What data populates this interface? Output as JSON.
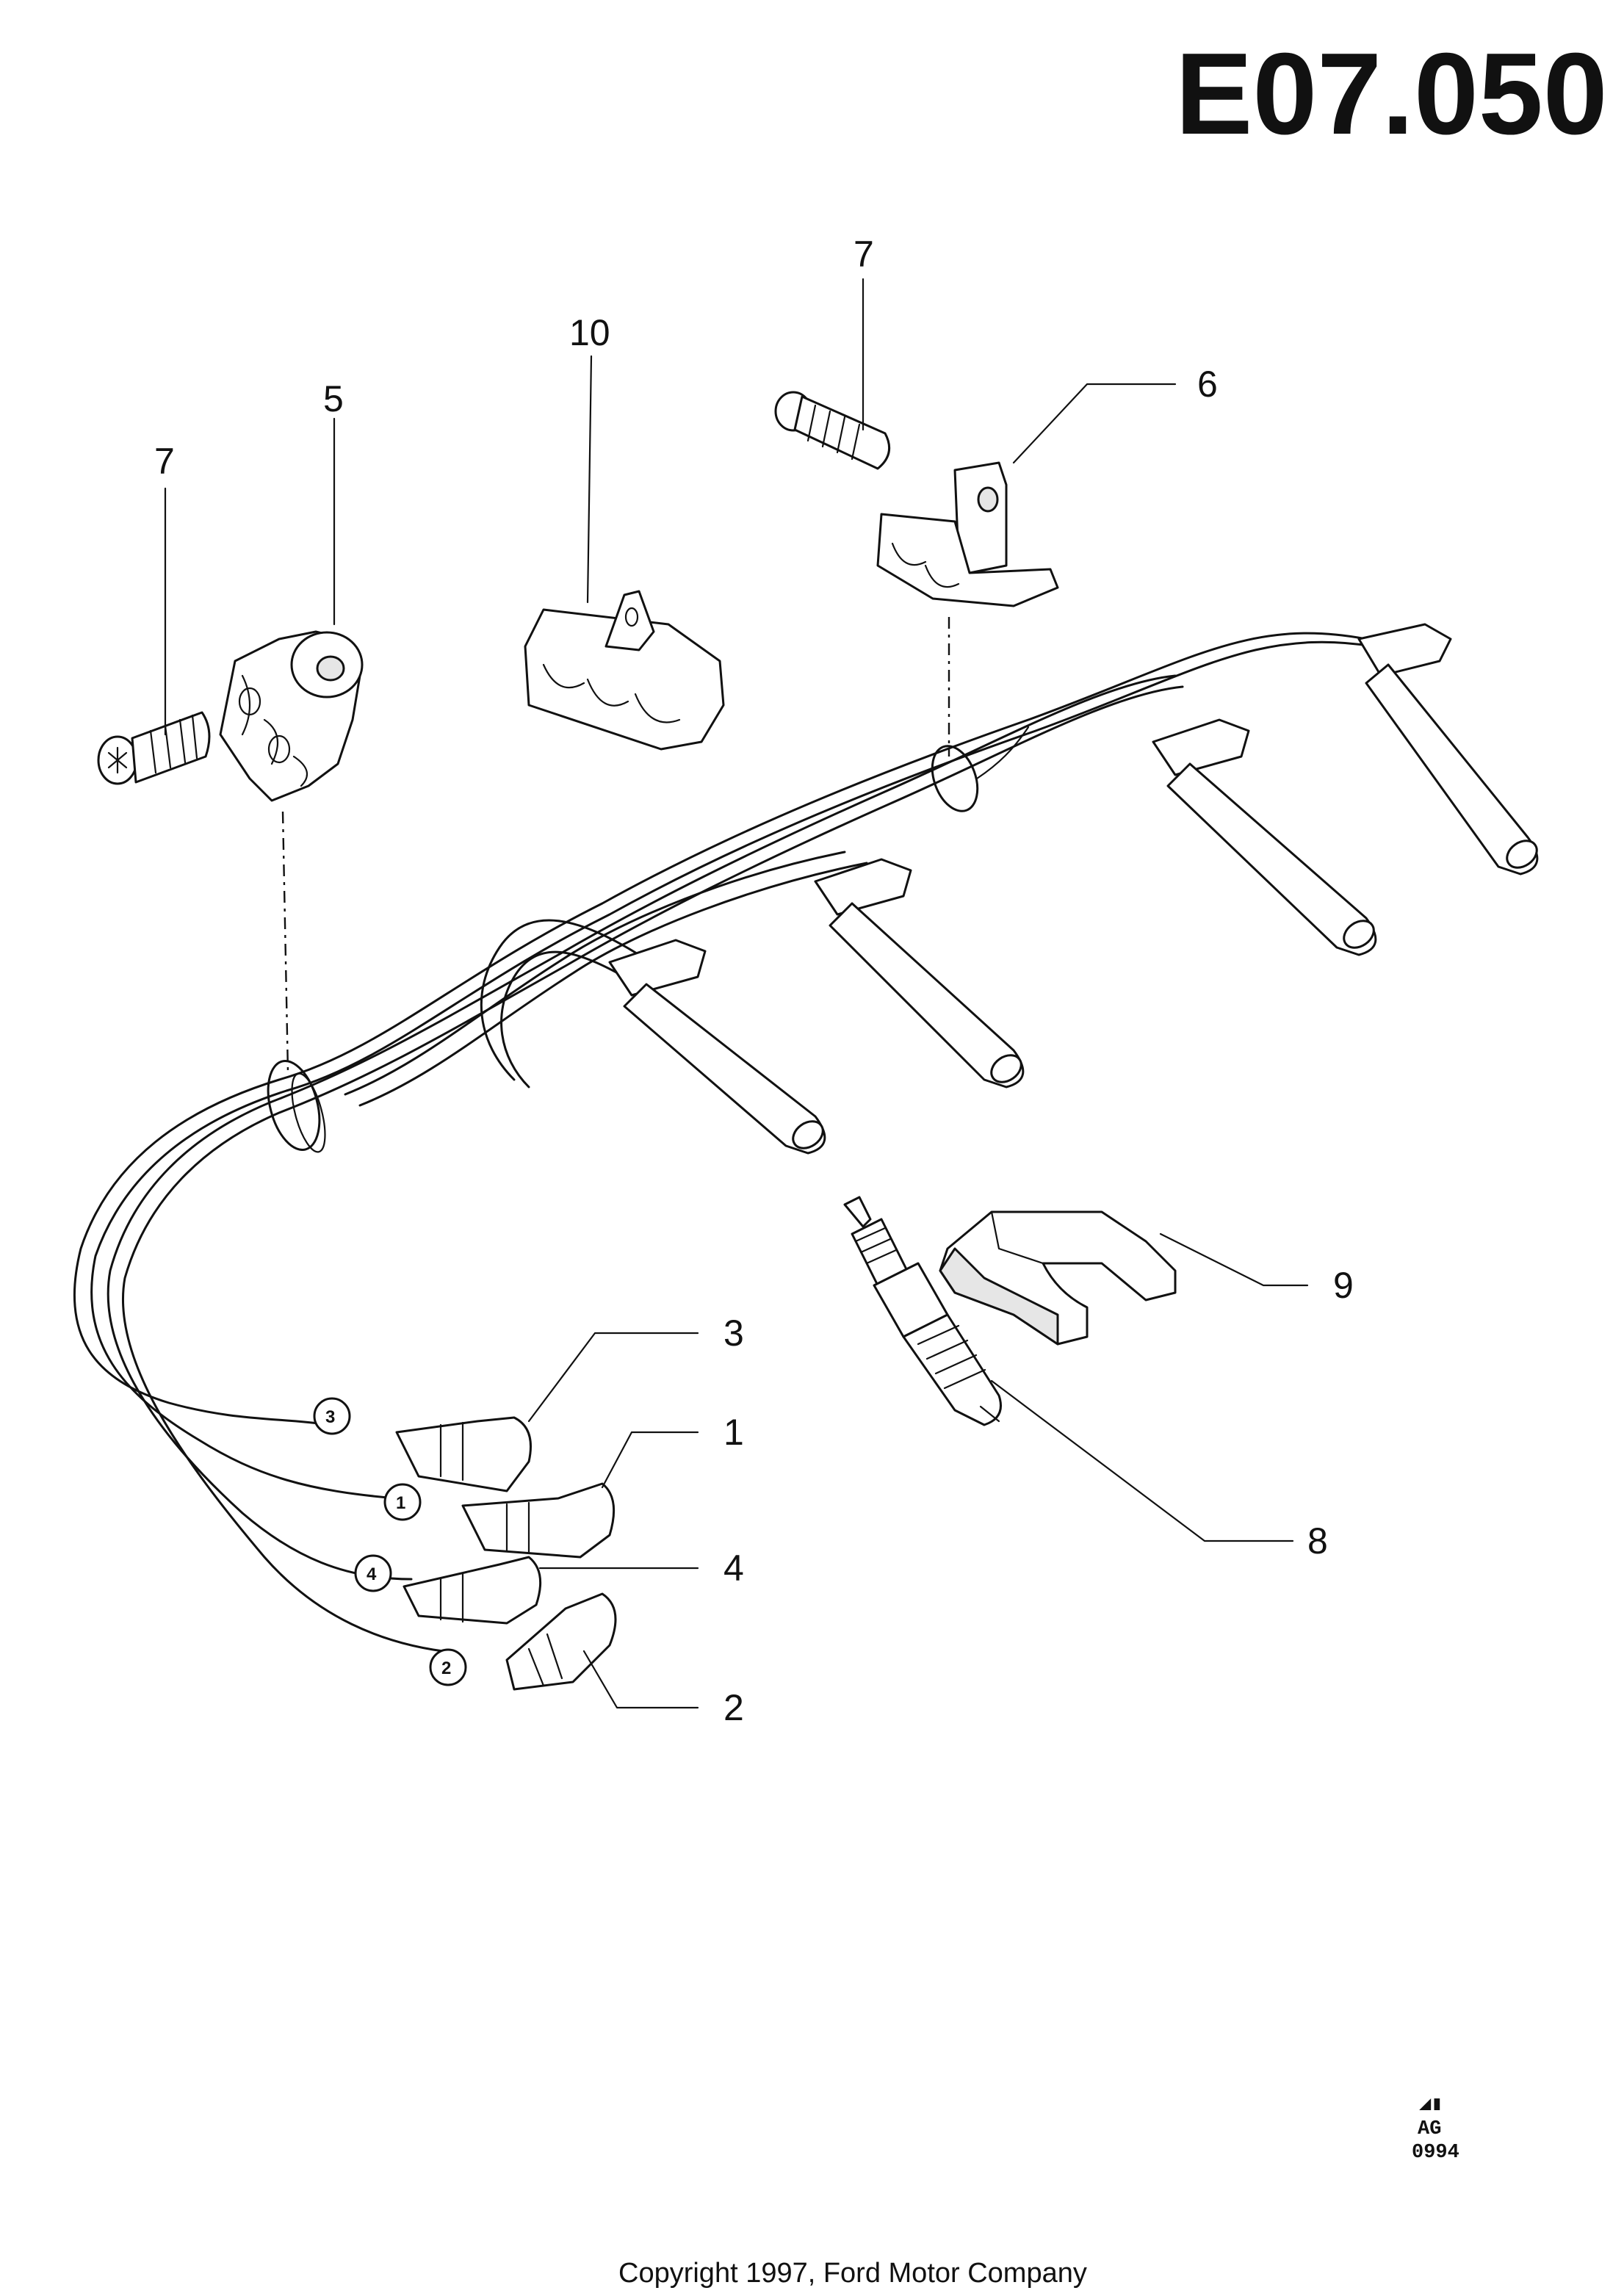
{
  "diagram": {
    "title": "E07.050",
    "copyright": "Copyright 1997, Ford Motor Company",
    "drawing_mark": {
      "symbol": "◢▮",
      "code": "AG",
      "number": "0994"
    },
    "wire_numbers": [
      "3",
      "1",
      "4",
      "2"
    ],
    "callouts": [
      {
        "id": "callout-7-left",
        "label": "7"
      },
      {
        "id": "callout-5",
        "label": "5"
      },
      {
        "id": "callout-10",
        "label": "10"
      },
      {
        "id": "callout-7-right",
        "label": "7"
      },
      {
        "id": "callout-6",
        "label": "6"
      },
      {
        "id": "callout-3",
        "label": "3"
      },
      {
        "id": "callout-1",
        "label": "1"
      },
      {
        "id": "callout-4",
        "label": "4"
      },
      {
        "id": "callout-2",
        "label": "2"
      },
      {
        "id": "callout-9",
        "label": "9"
      },
      {
        "id": "callout-8",
        "label": "8"
      }
    ]
  }
}
